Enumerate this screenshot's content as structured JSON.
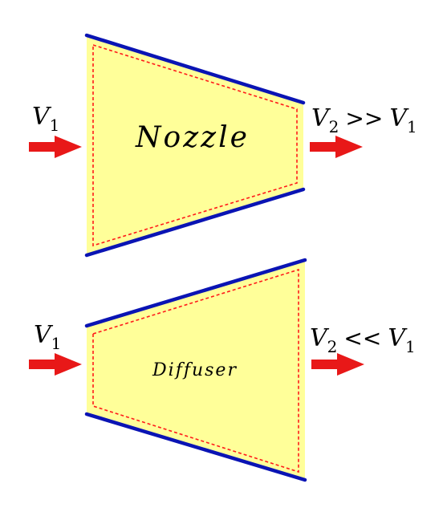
{
  "colors": {
    "body_fill": "#ffff99",
    "wall": "#0a14b4",
    "control_volume": "#ff1a1a",
    "arrow": "#e81818",
    "text": "#000000"
  },
  "nozzle": {
    "label": "Nozzle",
    "inlet": {
      "symbol": "V",
      "subscript": "1"
    },
    "outlet": {
      "symbol": "V",
      "subscript": "2",
      "relation": ">>",
      "ref_symbol": "V",
      "ref_subscript": "1"
    }
  },
  "diffuser": {
    "label": "Diffuser",
    "inlet": {
      "symbol": "V",
      "subscript": "1"
    },
    "outlet": {
      "symbol": "V",
      "subscript": "2",
      "relation": "<<",
      "ref_symbol": "V",
      "ref_subscript": "1"
    }
  }
}
